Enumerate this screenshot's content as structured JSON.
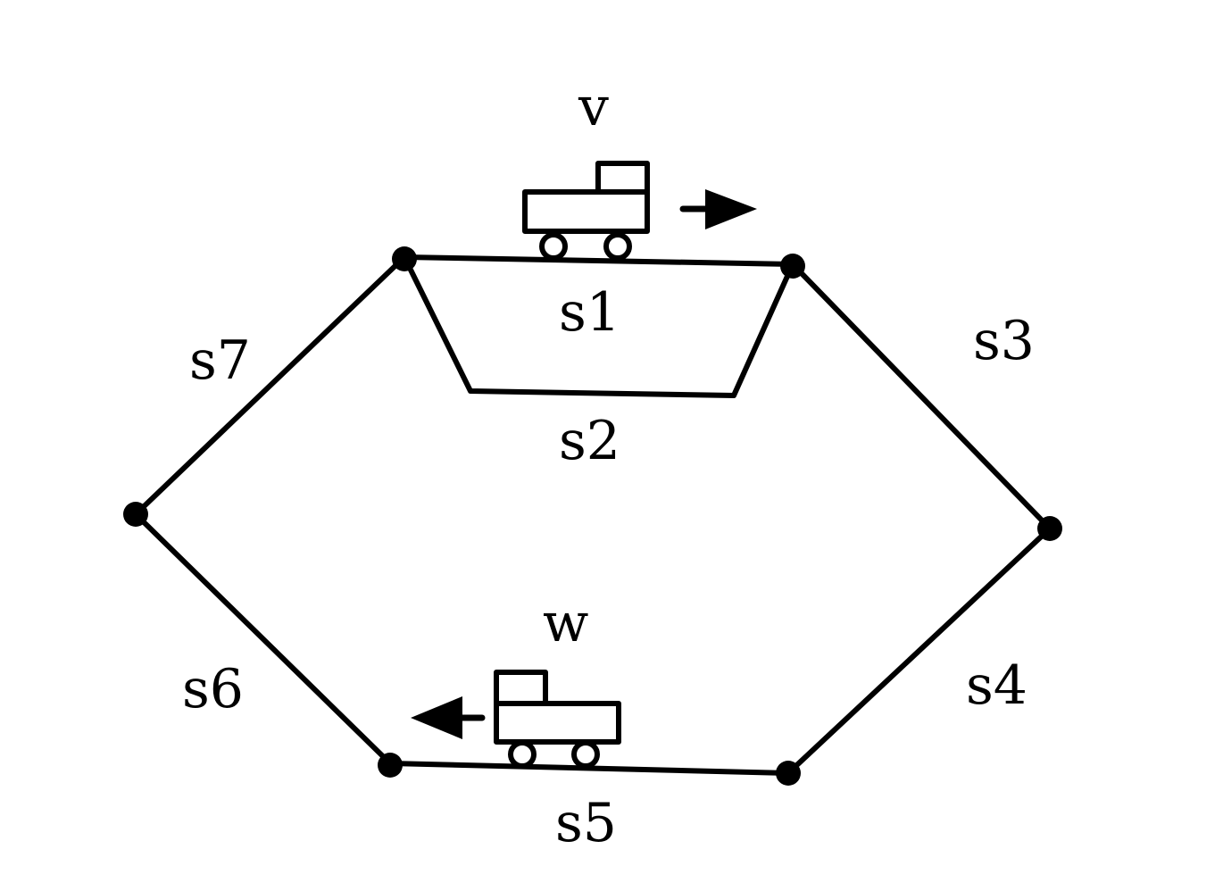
{
  "diagram": {
    "segments": [
      {
        "id": "s1",
        "label": "s1"
      },
      {
        "id": "s2",
        "label": "s2"
      },
      {
        "id": "s3",
        "label": "s3"
      },
      {
        "id": "s4",
        "label": "s4"
      },
      {
        "id": "s5",
        "label": "s5"
      },
      {
        "id": "s6",
        "label": "s6"
      },
      {
        "id": "s7",
        "label": "s7"
      }
    ],
    "trains": [
      {
        "id": "v",
        "label": "v",
        "direction": "right",
        "segment": "s1"
      },
      {
        "id": "w",
        "label": "w",
        "direction": "left",
        "segment": "s5"
      }
    ]
  }
}
